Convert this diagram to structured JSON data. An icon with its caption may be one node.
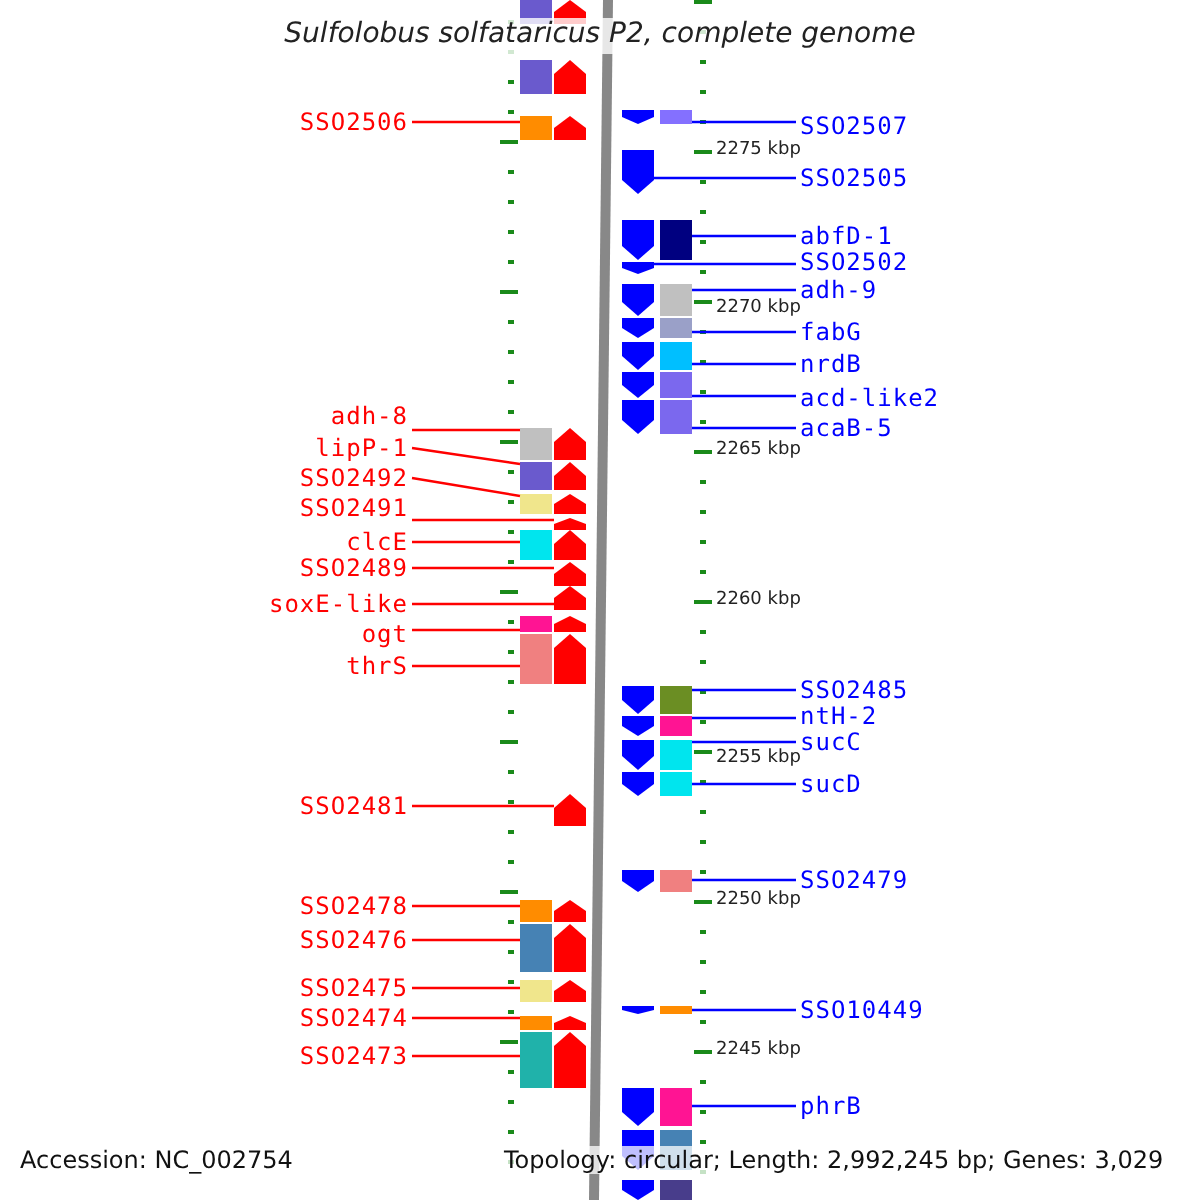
{
  "diagram": {
    "title": "Sulfolobus solfataricus P2, complete genome",
    "nodes": [
      {
        "text": [
          "SSO2506"
        ]
      },
      {
        "text": [],
        "shape": "arrow"
      },
      {
        "text": [
          "SSO2507"
        ]
      },
      {
        "text": [],
        "shape": "arrow"
      },
      {
        "text": [
          "SSO2505"
        ]
      },
      {
        "text": [],
        "shape": "arrow"
      },
      {
        "text": [
          "abfD-1"
        ]
      },
      {
        "text": [],
        "shape": "arrow"
      },
      {
        "text": [
          "SSO2502"
        ]
      },
      {
        "text": [],
        "shape": "arrow"
      },
      {
        "text": [
          "adh-9"
        ]
      },
      {
        "text": [],
        "shape": "arrow"
      },
      {
        "text": [
          "fabG"
        ]
      },
      {
        "text": [],
        "shape": "arrow"
      },
      {
        "text": [
          "nrdB"
        ]
      },
      {
        "text": [],
        "shape": "arrow"
      },
      {
        "text": [
          "acd-like2"
        ]
      },
      {
        "text": [],
        "shape": "arrow"
      },
      {
        "text": [
          "adh-8"
        ]
      },
      {
        "text": [],
        "shape": "arrow"
      },
      {
        "text": [
          "acaB-5"
        ]
      },
      {
        "text": [],
        "shape": "arrow"
      },
      {
        "text": [
          "lipP-1"
        ]
      },
      {
        "text": [],
        "shape": "arrow"
      },
      {
        "text": [
          "SSO2492"
        ]
      },
      {
        "text": [],
        "shape": "arrow"
      },
      {
        "text": [
          "SSO2491"
        ]
      },
      {
        "text": [],
        "shape": "arrow"
      },
      {
        "text": [
          "clcE"
        ]
      },
      {
        "text": [],
        "shape": "arrow"
      },
      {
        "text": [
          "SSO2489"
        ]
      },
      {
        "text": [],
        "shape": "arrow"
      },
      {
        "text": [
          "soxE-like"
        ]
      },
      {
        "text": [],
        "shape": "arrow"
      },
      {
        "text": [
          "ogt"
        ]
      },
      {
        "text": [],
        "shape": "arrow"
      },
      {
        "text": [
          "thrS"
        ]
      },
      {
        "text": [],
        "shape": "arrow"
      },
      {
        "text": [
          "SSO2485"
        ]
      },
      {
        "text": [],
        "shape": "arrow"
      },
      {
        "text": [
          "ntH-2"
        ]
      },
      {
        "text": [],
        "shape": "arrow"
      },
      {
        "text": [
          "sucC"
        ]
      },
      {
        "text": [],
        "shape": "arrow"
      },
      {
        "text": [
          "sucD"
        ]
      },
      {
        "text": [],
        "shape": "arrow"
      },
      {
        "text": [
          "SSO2481"
        ]
      },
      {
        "text": [],
        "shape": "arrow"
      },
      {
        "text": [
          "SSO2479"
        ]
      },
      {
        "text": [],
        "shape": "arrow"
      },
      {
        "text": [
          "SSO2478"
        ]
      },
      {
        "text": [],
        "shape": "arrow"
      },
      {
        "text": [
          "SSO2476"
        ]
      },
      {
        "text": [],
        "shape": "arrow"
      },
      {
        "text": [
          "SSO2475"
        ]
      },
      {
        "text": [],
        "shape": "arrow"
      },
      {
        "text": [
          "SSO10449"
        ]
      },
      {
        "text": [],
        "shape": "arrow"
      },
      {
        "text": [
          "SSO2474"
        ]
      },
      {
        "text": [],
        "shape": "arrow"
      },
      {
        "text": [
          "SSO2473"
        ]
      },
      {
        "text": [],
        "shape": "arrow"
      },
      {
        "text": [
          "phrB"
        ]
      },
      {
        "text": [],
        "shape": "arrow"
      },
      {
        "text": [],
        "shape": "arrow"
      },
      {
        "text": [],
        "shape": "arrow"
      },
      {
        "text": [],
        "shape": "arrow"
      },
      {
        "text": [],
        "shape": "arrow"
      }
    ],
    "edges": [
      {
        "from": 0,
        "to": 1,
        "arrow": "none",
        "color": "#ff0000"
      },
      {
        "from": 2,
        "to": 3,
        "arrow": "none",
        "color": "#0000ff"
      },
      {
        "from": 4,
        "to": 5,
        "arrow": "none",
        "color": "#0000ff"
      },
      {
        "from": 6,
        "to": 7,
        "arrow": "none",
        "color": "#0000ff"
      },
      {
        "from": 8,
        "to": 9,
        "arrow": "none",
        "color": "#0000ff"
      },
      {
        "from": 10,
        "to": 11,
        "arrow": "none",
        "color": "#0000ff"
      },
      {
        "from": 12,
        "to": 13,
        "arrow": "none",
        "color": "#0000ff"
      },
      {
        "from": 14,
        "to": 15,
        "arrow": "none",
        "color": "#0000ff"
      },
      {
        "from": 16,
        "to": 17,
        "arrow": "none",
        "color": "#0000ff"
      },
      {
        "from": 18,
        "to": 19,
        "arrow": "none",
        "color": "#ff0000"
      },
      {
        "from": 20,
        "to": 21,
        "arrow": "none",
        "color": "#0000ff"
      },
      {
        "from": 22,
        "to": 23,
        "arrow": "none",
        "color": "#ff0000"
      },
      {
        "from": 24,
        "to": 25,
        "arrow": "none",
        "color": "#ff0000"
      },
      {
        "from": 26,
        "to": 27,
        "arrow": "none",
        "color": "#ff0000"
      },
      {
        "from": 28,
        "to": 29,
        "arrow": "none",
        "color": "#ff0000"
      },
      {
        "from": 30,
        "to": 31,
        "arrow": "none",
        "color": "#ff0000"
      },
      {
        "from": 32,
        "to": 33,
        "arrow": "none",
        "color": "#ff0000"
      },
      {
        "from": 34,
        "to": 35,
        "arrow": "none",
        "color": "#ff0000"
      },
      {
        "from": 36,
        "to": 37,
        "arrow": "none",
        "color": "#ff0000"
      },
      {
        "from": 38,
        "to": 39,
        "arrow": "none",
        "color": "#0000ff"
      },
      {
        "from": 40,
        "to": 41,
        "arrow": "none",
        "color": "#0000ff"
      },
      {
        "from": 42,
        "to": 43,
        "arrow": "none",
        "color": "#0000ff"
      },
      {
        "from": 44,
        "to": 45,
        "arrow": "none",
        "color": "#0000ff"
      },
      {
        "from": 46,
        "to": 47,
        "arrow": "none",
        "color": "#ff0000"
      },
      {
        "from": 48,
        "to": 49,
        "arrow": "none",
        "color": "#0000ff"
      },
      {
        "from": 50,
        "to": 51,
        "arrow": "none",
        "color": "#ff0000"
      },
      {
        "from": 52,
        "to": 53,
        "arrow": "none",
        "color": "#ff0000"
      },
      {
        "from": 54,
        "to": 55,
        "arrow": "none",
        "color": "#ff0000"
      },
      {
        "from": 56,
        "to": 57,
        "arrow": "none",
        "color": "#0000ff"
      },
      {
        "from": 58,
        "to": 59,
        "arrow": "none",
        "color": "#ff0000"
      },
      {
        "from": 60,
        "to": 61,
        "arrow": "none",
        "color": "#ff0000"
      },
      {
        "from": 62,
        "to": 63,
        "arrow": "none",
        "color": "#0000ff"
      }
    ],
    "labels": [
      "2275 kbp",
      "2270 kbp",
      "2265 kbp",
      "2260 kbp",
      "2255 kbp",
      "2250 kbp",
      "2245 kbp",
      "Accession: NC_002754",
      "Topology: circular; Length: 2,992,245 bp; Genes: 3,029"
    ]
  }
}
